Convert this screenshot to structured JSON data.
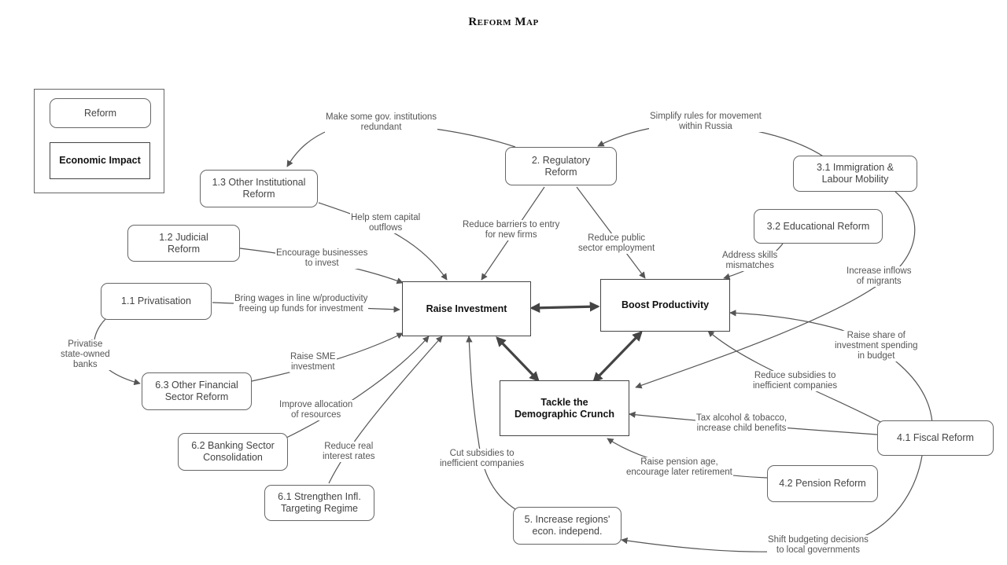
{
  "title": "Reform Map",
  "legend": {
    "reform": "Reform",
    "impact": "Economic Impact"
  },
  "impacts": {
    "raise_investment": "Raise Investment",
    "boost_productivity": "Boost  Productivity",
    "tackle_demographic": "Tackle the\nDemographic Crunch"
  },
  "reforms": {
    "regulatory": "2.  Regulatory\nReform",
    "other_institutional": "1.3 Other Institutional\nReform",
    "judicial": "1.2 Judicial\nReform",
    "privatisation": "1.1 Privatisation",
    "other_financial": "6.3 Other Financial\nSector Reform",
    "banking": "6.2 Banking Sector\nConsolidation",
    "inflation": "6.1 Strengthen Infl.\nTargeting Regime",
    "regions": "5. Increase regions'\necon. independ.",
    "immigration": "3.1  Immigration &\nLabour Mobility",
    "educational": "3.2 Educational Reform",
    "fiscal": "4.1 Fiscal Reform",
    "pension": "4.2 Pension Reform"
  },
  "labels": {
    "make_redundant": "Make some gov. institutions\nredundant",
    "simplify_rules": "Simplify rules for movement\nwithin Russia",
    "stem_outflows": "Help stem capital\noutflows",
    "reduce_barriers": "Reduce barriers to entry\nfor new firms",
    "reduce_public": "Reduce public\nsector employment",
    "address_skills": "Address skills\nmismatches",
    "encourage_business": "Encourage businesses\nto invest",
    "bring_wages": "Bring wages in line w/productivity\nfreeing up funds for investment",
    "increase_migrants": "Increase inflows\nof migrants",
    "privatise_banks": "Privatise\nstate-owned\nbanks",
    "raise_sme": "Raise SME\ninvestment",
    "raise_share": "Raise share of\ninvestment spending\nin budget",
    "improve_allocation": "Improve  allocation\nof resources",
    "reduce_subsidies": "Reduce subsidies to\ninefficient companies",
    "tax_alcohol": "Tax alcohol & tobacco,\nincrease child benefits",
    "reduce_rates": "Reduce real\ninterest rates",
    "cut_subsidies": "Cut subsidies to\ninefficient companies",
    "raise_pension": "Raise pension age,\nencourage later retirement",
    "shift_budgeting": "Shift budgeting decisions\nto local governments"
  }
}
